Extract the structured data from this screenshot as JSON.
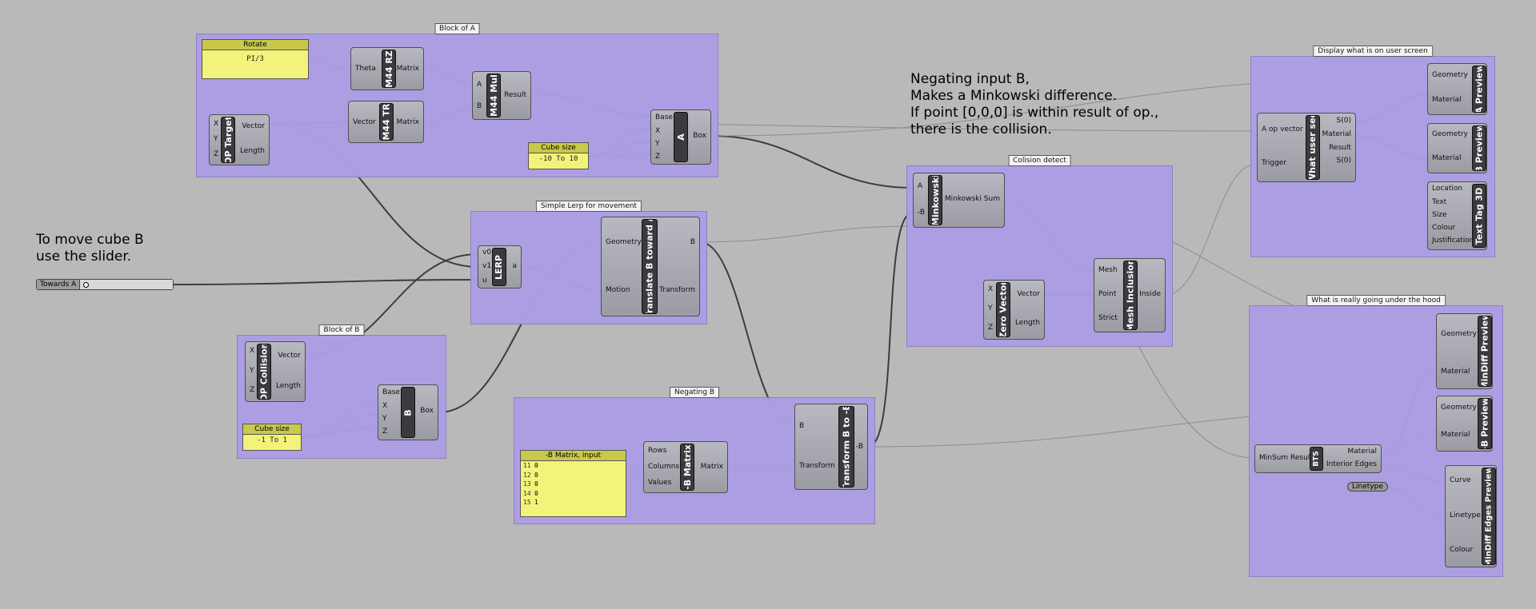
{
  "notes": {
    "slider_hint_1": "To move cube B",
    "slider_hint_2": "use the slider.",
    "mink_1": "Negating input B,",
    "mink_2": "Makes a Minkowski difference.",
    "mink_3": "If point [0,0,0] is within result of op.,",
    "mink_4": "there is the collision."
  },
  "groups": {
    "block_a": "Block of A",
    "lerp": "Simple Lerp for movement",
    "block_b": "Block of B",
    "neg_b": "Negating B",
    "collision": "Colision detect",
    "display": "Display what is on user screen",
    "hood": "What is really going under the hood"
  },
  "slider": {
    "label": "Towards A"
  },
  "panels": {
    "rotate": {
      "title": "Rotate",
      "value": "PI/3"
    },
    "cube_a": {
      "title": "Cube size",
      "value": "-10 To 10"
    },
    "cube_b": {
      "title": "Cube size",
      "value": "-1 To 1"
    },
    "matrix": {
      "title": "-B Matrix, input",
      "rows": [
        {
          "i": "11",
          "v": "0"
        },
        {
          "i": "12",
          "v": "0"
        },
        {
          "i": "13",
          "v": "0"
        },
        {
          "i": "14",
          "v": "0"
        },
        {
          "i": "15",
          "v": "1"
        }
      ]
    }
  },
  "components": {
    "m44rz": {
      "name": "M44 RZ",
      "in": [
        "Theta"
      ],
      "out": [
        "Matrix"
      ]
    },
    "m44tr": {
      "name": "M44 TR",
      "in": [
        "Vector"
      ],
      "out": [
        "Matrix"
      ]
    },
    "m44mul": {
      "name": "M44 Mul",
      "in": [
        "A",
        "B"
      ],
      "out": [
        "Result"
      ]
    },
    "op_target": {
      "name": "OP Target",
      "in": [
        "X",
        "Y",
        "Z"
      ],
      "out": [
        "Vector",
        "Length"
      ]
    },
    "box_a": {
      "name": "A",
      "in": [
        "Base",
        "X",
        "Y",
        "Z"
      ],
      "out": [
        "Box"
      ]
    },
    "lerp": {
      "name": "LERP",
      "in": [
        "v0",
        "v1",
        "u"
      ],
      "out": [
        "a"
      ]
    },
    "translate": {
      "name": "Translate B toward A",
      "in": [
        "Geometry",
        "Motion"
      ],
      "out": [
        "B",
        "Transform"
      ]
    },
    "op_collision": {
      "name": "OP Collision",
      "in": [
        "X",
        "Y",
        "Z"
      ],
      "out": [
        "Vector",
        "Length"
      ]
    },
    "box_b": {
      "name": "B",
      "in": [
        "Base",
        "X",
        "Y",
        "Z"
      ],
      "out": [
        "Box"
      ]
    },
    "bmatrix": {
      "name": "-B Matrix",
      "in": [
        "Rows",
        "Columns",
        "Values"
      ],
      "out": [
        "Matrix"
      ]
    },
    "transform_b": {
      "name": "Transform B to -B",
      "in": [
        "B",
        "Transform"
      ],
      "out": [
        "-B"
      ]
    },
    "minkowski": {
      "name": "Minkowski",
      "in": [
        "A",
        "-B"
      ],
      "out": [
        "Minkowski Sum"
      ]
    },
    "zero_vector": {
      "name": "Zero Vector",
      "in": [
        "X",
        "Y",
        "Z"
      ],
      "out": [
        "Vector",
        "Length"
      ]
    },
    "mesh_incl": {
      "name": "Mesh Inclusion",
      "in": [
        "Mesh",
        "Point",
        "Strict"
      ],
      "out": [
        "Inside"
      ]
    },
    "what_user": {
      "name": "What user see",
      "in": [
        "A op vector",
        "Trigger"
      ],
      "out": [
        "S(0)",
        "Material",
        "Result",
        "S(0)"
      ]
    },
    "a_preview": {
      "name": "A Preview",
      "in": [
        "Geometry",
        "Material"
      ],
      "out": []
    },
    "b_preview": {
      "name": "B Preview",
      "in": [
        "Geometry",
        "Material"
      ],
      "out": []
    },
    "text_tag": {
      "name": "Text Tag 3D",
      "in": [
        "Location",
        "Text",
        "Size",
        "Colour",
        "Justification"
      ],
      "out": []
    },
    "bts": {
      "name": "BTS",
      "in": [
        "MinSum Result"
      ],
      "out": [
        "Material",
        "Interior Edges"
      ]
    },
    "mindiff_preview": {
      "name": "MinDiff Preview",
      "in": [
        "Geometry",
        "Material"
      ],
      "out": []
    },
    "neg_b_preview": {
      "name": "-B Preview",
      "in": [
        "Geometry",
        "Material"
      ],
      "out": []
    },
    "mindiff_edges": {
      "name": "MinDiff Edges Preview",
      "in": [
        "Curve",
        "Linetype",
        "Colour"
      ],
      "out": []
    }
  },
  "linetype": {
    "label": "Linetype"
  },
  "colors": {
    "canvas": "#b9b9b9",
    "group": "#ad9ee6",
    "panel": "#f3f27a",
    "wire": "#3c3c42",
    "wire_faint": "#8a8a95",
    "wire_red": "#e0503a"
  }
}
